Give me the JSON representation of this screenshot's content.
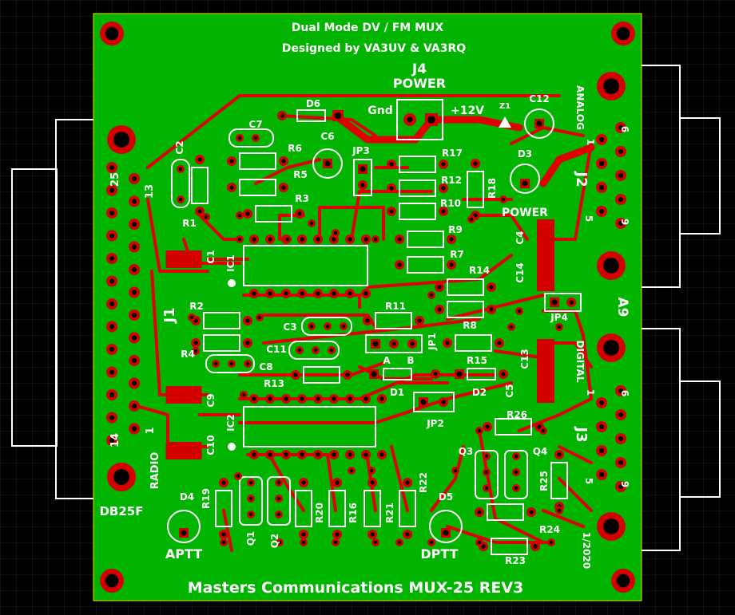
{
  "colors": {
    "background": "#000000",
    "grid": "#1a1a1a",
    "board": "#00b400",
    "trace": "#e00000",
    "pad": "#d40000",
    "hole": "#000000",
    "silkscreen": "#ffffff"
  },
  "board_text": {
    "title_line1": "Dual Mode DV / FM MUX",
    "title_line2": "Designed by VA3UV & VA3RQ",
    "footer": "Masters Communications  MUX-25  REV3",
    "date": "1/2020"
  },
  "connector_labels": {
    "db25_name": "DB25F",
    "radio": "RADIO",
    "j1": "J1",
    "j1_pin25": "25",
    "j1_pin13": "13",
    "j1_pin14": "14",
    "j1_pin1": "1",
    "j4": "J4",
    "power": "POWER",
    "gnd": "Gnd",
    "plus12v": "+12V",
    "z1": "Z1",
    "analog": "ANALOG",
    "digital": "DIGITAL",
    "j2": "J2",
    "j3": "J3",
    "a9": "A9",
    "pin1": "1",
    "pin6": "6",
    "pin5": "5",
    "pin9": "9",
    "led_power": "POWER",
    "aptt": "APTT",
    "dptt": "DPTT",
    "jp1": "JP1",
    "jp2": "JP2",
    "jp3": "JP3",
    "jp4": "JP4",
    "ab_a": "A",
    "ab_b": "B"
  },
  "components": {
    "ic1": "IC1",
    "ic2": "IC2",
    "c2": "C2",
    "c3": "C3",
    "c4": "C4",
    "c5": "C5",
    "c6": "C6",
    "c7": "C7",
    "c8": "C8",
    "c9": "C9",
    "c10": "C10",
    "c11": "C11",
    "c12": "C12",
    "c13": "C13",
    "c14": "C14",
    "c1": "C1",
    "r1": "R1",
    "r2": "R2",
    "r3": "R3",
    "r4": "R4",
    "r5": "R5",
    "r6": "R6",
    "r7": "R7",
    "r8": "R8",
    "r9": "R9",
    "r10": "R10",
    "r11": "R11",
    "r12": "R12",
    "r13": "R13",
    "r14": "R14",
    "r15": "R15",
    "r16": "R16",
    "r17": "R17",
    "r18": "R18",
    "r19": "R19",
    "r20": "R20",
    "r21": "R21",
    "r22": "R22",
    "r23": "R23",
    "r24": "R24",
    "r25": "R25",
    "r26": "R26",
    "d1": "D1",
    "d2": "D2",
    "d3": "D3",
    "d4": "D4",
    "d5": "D5",
    "d6": "D6",
    "q1": "Q1",
    "q2": "Q2",
    "q3": "Q3",
    "q4": "Q4"
  }
}
